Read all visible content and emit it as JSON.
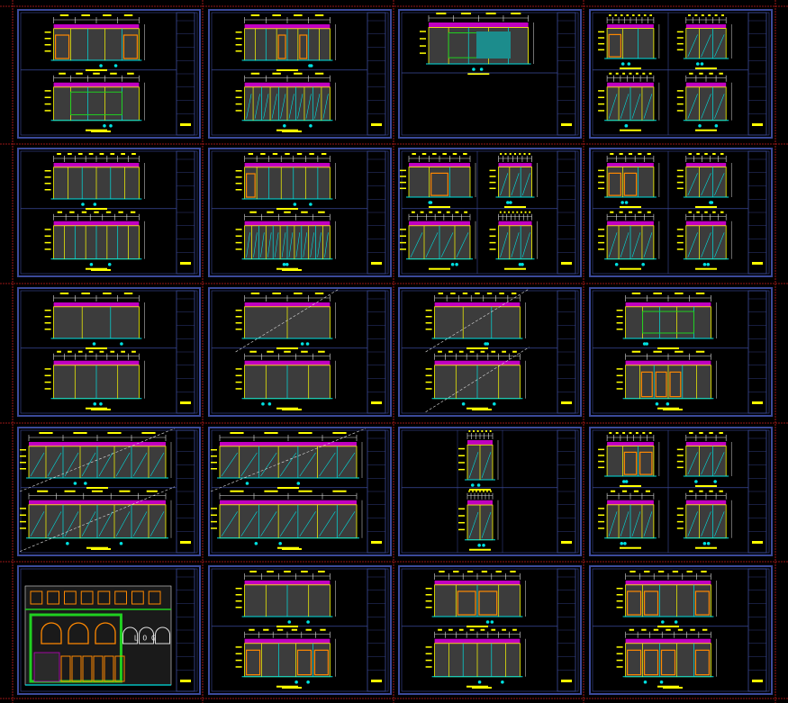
{
  "drawing_sheets_overview": {
    "rows": 5,
    "cols": 4,
    "facade_label": "L O G"
  },
  "colors": {
    "background": "#000000",
    "border_blue": "#3b4a9a",
    "crop_red": "#c81e1e",
    "cad_yellow": "#ffff00",
    "cad_cyan": "#00e0e0",
    "cad_magenta": "#c000c0",
    "cad_green": "#20d020",
    "cad_orange": "#ff8800",
    "cad_white": "#e0e0e0",
    "panel_gray": "#3c3c3c"
  }
}
